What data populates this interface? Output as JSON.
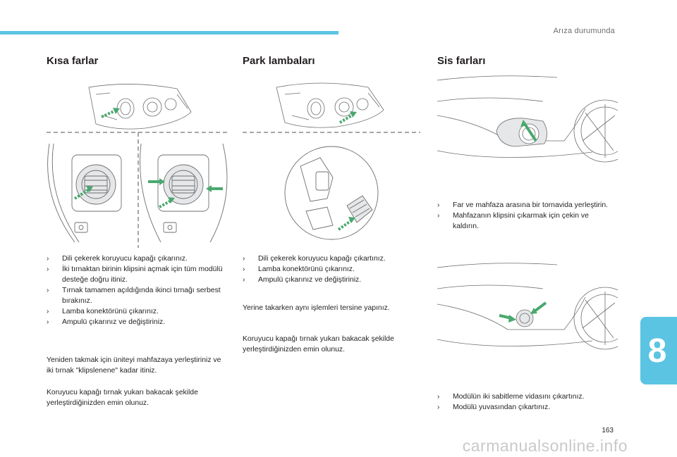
{
  "header": {
    "chapter_title": "Arıza durumunda",
    "chapter_number": "8",
    "page_number": "163"
  },
  "bullet_mark": "",
  "columns": {
    "low_beam": {
      "title": "Kısa farlar",
      "steps": [
        "Dili çekerek koruyucu kapağı çıkarınız.",
        "İki tırnaktan birinin klipsini açmak için tüm modülü desteğe doğru itiniz.",
        "Tırnak tamamen açıldığında ikinci tırnağı serbest bırakınız.",
        "Lamba konektörünü çıkarınız.",
        "Ampulü çıkarınız ve değiştiriniz."
      ],
      "note_1": "Yeniden takmak için üniteyi mahfazaya yerleştiriniz ve iki tırnak \"klipslenene\" kadar itiniz.",
      "note_2": "Koruyucu kapağı tırnak yukarı bakacak şekilde yerleştirdiğinizden emin olunuz."
    },
    "parking": {
      "title": "Park lambaları",
      "steps": [
        "Dili çekerek koruyucu kapağı çıkartınız.",
        "Lamba konektörünü çıkarınız.",
        "Ampulü çıkarınız ve değiştiriniz."
      ],
      "note_1": "Yerine takarken aynı işlemleri tersine yapınız.",
      "note_2": "Koruyucu kapağı tırnak yukarı bakacak şekilde yerleştirdiğinizden emin olunuz."
    },
    "fog": {
      "title": "Sis farları",
      "steps_a": [
        "Far ve mahfaza arasına bir tornavida yerleştirin.",
        "Mahfazanın klipsini çıkarmak için çekin ve kaldırın."
      ],
      "steps_b": [
        "Modülün iki sabitleme vidasını çıkartınız.",
        "Modülü yuvasından çıkartınız."
      ]
    }
  },
  "watermark": "carmanualsonline.info",
  "colors": {
    "accent": "#5bc4e3",
    "arrow": "#4aa86e",
    "line": "#8a8a8a"
  }
}
